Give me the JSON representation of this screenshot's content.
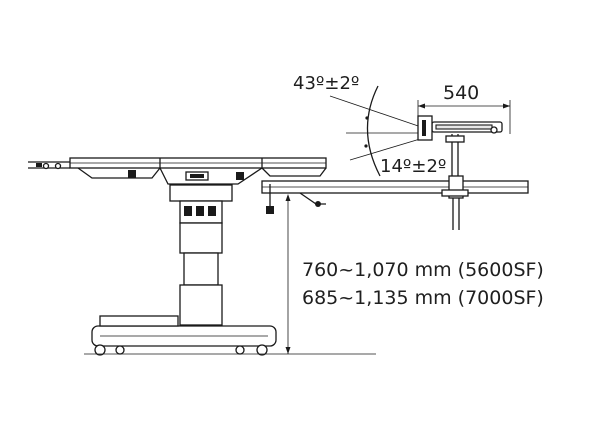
{
  "annotations": {
    "tilt_up_angle": "43º±2º",
    "tilt_down_angle": "14º±2º",
    "armboard_length": "540",
    "height_range_5600sf": "760~1,070 mm (5600SF)",
    "height_range_7000sf": "685~1,135 mm (7000SF)"
  },
  "colors": {
    "line": "#1a1a1a",
    "background": "#ffffff"
  },
  "icons": {
    "table": "operating-table-side-view",
    "armboard": "armboard-attachment"
  }
}
